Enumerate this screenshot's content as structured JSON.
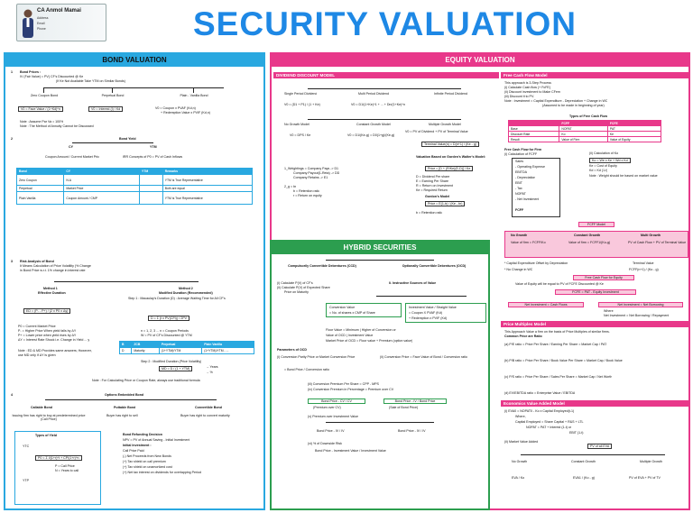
{
  "header": {
    "logo_name": "CA Anmol Mamai",
    "logo_lines": [
      "Address",
      "Email",
      "Phone"
    ],
    "title": "SECURITY VALUATION"
  },
  "bond": {
    "title": "BOND VALUATION",
    "s1_head": "Bond Prices :",
    "s1_line1": "IV (Fair Value) = PV( CF's Discounted @ Ke",
    "s1_line2": "(If Ke Not Available Take YTM on Similar Bonds)",
    "types": [
      "Zero Coupon Bond",
      "Perpetual Bond",
      "Plain - Vanilla Bond"
    ],
    "zc_formula": "V0 = Face Value / (1+Kd)^n",
    "perp_formula": "V0 = Interest (I) / Kd",
    "plain_formula1": "V0 = Coupon x PVAF (Kd,n)",
    "plain_formula2": "+ Redemption Value x PVIF (Kd,n)",
    "note1": "Note : Assume Par Va = 100%",
    "note2": "Note : The Method of Annuity Cannot be Discussed",
    "s2_head": "Bond Yield",
    "cy": "CY",
    "ytm": "YTM",
    "cy_formula": "Coupon Amount / Current Market Price",
    "ytm_formula": "IRR Concepts of P0 = PV of Cash Inflows",
    "table_head": [
      "Bond",
      "CY",
      "YTM",
      "Remarks"
    ],
    "table_rows": [
      [
        "Zero Coupon",
        "N.A",
        "",
        "YTM is True Representative"
      ],
      [
        "Perpetual",
        "Market Price",
        "",
        "Both are equal"
      ],
      [
        "Plain Vanilla",
        "Coupon Amount / CMP",
        "",
        "YTM is True Representative"
      ]
    ],
    "s3_head": "Risk Analysis of Bond",
    "s3_line1": "It Means Calculation of Price Volatility (% Change",
    "s3_line2": "in Bond Price w.r.t. 1% change in interest rate",
    "method1": "Method 1",
    "method1_name": "Effective Duration",
    "method2": "Method 2",
    "method2_name": "Modified Duration (Recommended)",
    "method2_step": "Step 1 : Macaulay's Duration (D) : Average Waiting Time for All CF's",
    "ed_formula": "ED = (P- - P+) / (2 x P0 x Δy)",
    "legend": [
      "P0 = Current Market Price",
      "P- = Higher Price When yield falls by ΔY",
      "P+ = Lower price when yield rises by ΔY",
      "ΔY = Interest Rate Shock i.e. Change in Yield ... y",
      "Note : ED & MD Provides same answers; However,",
      "use MD only if ΔY is given"
    ],
    "d_formula": "D = Σ (t x PV(CFt)) / ΣPV",
    "d_note": "n = 1, 2, 3 ... n = Coupon Periods",
    "d_note2": "W = PV of CF's Discounted @ YTM",
    "dur_head": [
      "B",
      "ZCB",
      "Perpetual",
      "Plain Vanilla"
    ],
    "dur_row": [
      "D",
      "Maturity",
      "(1+YTM)/YTM",
      "(1+YTM)/YTM - ..."
    ],
    "step2": "Step 2 : Modified Duration (Price Volatility)",
    "md_formula": "MD = D / (1 + YTM)",
    "md_years": "→ Years",
    "md_pct": "→ %",
    "note3": "Note : For Calculating Price or Coupon Rate, always use traditional formula",
    "s4_head": "Options Embedded Bond",
    "embedded": [
      "Callable Bond",
      "Puttable Bond",
      "Convertible Bond"
    ],
    "embedded_desc": [
      "Issuing firm has right to buy at predetermined price (Call Price)",
      "Buyer has right to sell",
      "Buyer has right to convert maturity"
    ],
    "yield_types": "Types of Yield",
    "ytc": "YTC",
    "ytp": "YTP",
    "ytc_formula": "P0 = Σ I/(1+r)^t + CP/(1+r)^n",
    "ytc_note1": "P = Call Price",
    "ytc_note2": "N = Years to call",
    "refund_head": "Bond Refunding Decision",
    "refund_lines": [
      "NPV = PV of Annual Saving - Initial Investment",
      "Initial Investment :",
      "Call Price Paid",
      "(-) Net Proceeds from New Bonds",
      "(+) Tax shield on call premium",
      "(+) Tax shield on unamortized cost",
      "(+) Net tax interest on dividends for overlapping Period"
    ]
  },
  "equity": {
    "title": "EQUITY VALUATION",
    "ddm_title": "DIVIDEND DISCOUNT MODEL",
    "ddm_types": [
      "Single Period Dividend",
      "Multi Period Dividend",
      "Infinite Period Dividend"
    ],
    "ddm_f1": "V0 = (D1 + P1) / (1 + Ke)",
    "ddm_f2": "V0 = D1/(1+Ke)^1 + ... + Dn/(1+Ke)^n",
    "ddm_growth": [
      "No Growth Model",
      "Constant Growth Model",
      "Multiple Growth Model"
    ],
    "ng_formula": "V0 = DPS / Ke",
    "cg_formula": "V0 = D1/(Ke-g) = D0(1+g)/(Ke-g)",
    "mg_formula": "V0 = PV of Dividend + PV of Terminal Value",
    "tv_formula": "Terminal Value(n) = D(n+1) / (Ke - g)",
    "walter_head": "Valuation Based on Gorden's Walter's Model:",
    "walter_formula": "Price = [D + (R/Ke)(E-D)] / Ke",
    "walter_legend": [
      "D = Dividend Per share",
      "E = Earning Per Share",
      "R = Return on Investment",
      "Ke = Required Return"
    ],
    "gordon_head": "Gordon's Model",
    "gordon_formula": "Price = E(1-b) / (Ke - br)",
    "gordon_legend": "b = Retention ratio",
    "g_list": [
      "1_Weightings = Company Pays -> D1",
      "Company Payout(1-Reta) -> DD",
      "Company Retains -> E1"
    ],
    "g2": "2_g = br",
    "g2_legend": [
      "b = Retention ratio",
      "r = Return on equity"
    ],
    "fcf_title": "Free Cash Flow Model",
    "fcf_lines": [
      "This approach is 3-Step Process",
      "(i) Calculate Cash flow (+ FcFE)",
      "(ii) Discount investment to Make CFem",
      "(iii) Discount it to PV.",
      "Note : Investment = Capital Expenditure - Depreciation + Change in WC",
      "(Assumed to be made in beginning of year)"
    ],
    "fcf_table_title": "Types of Free Cash Flow",
    "fcf_table_head": [
      "",
      "FCFF",
      "FCFE"
    ],
    "fcf_table_rows": [
      [
        "Base",
        "NOPAT",
        "PAT"
      ],
      [
        "Discount Rate",
        "Ko",
        "Ke"
      ],
      [
        "Result",
        "Value of Firm",
        "Value of Equity"
      ]
    ],
    "fcff_steps": [
      "Free Cash Flow for Firm",
      "(i) Calculation of FCFF",
      "Sales",
      "- Operating Expense",
      "EBITDA",
      "- Depreciation",
      "EBIT",
      "- Tax",
      "NOPAT",
      "- Net Investment",
      "FCFF"
    ],
    "fcff_calc_head": "(ii) Calculation of Ko",
    "fcff_calc_lines": [
      "Ko = We x Ke + Wd x Kd",
      "Ke = Cost of Equity",
      "Kd = Kd (1-t)",
      "Note : Weight should be based on market value"
    ],
    "fcff_model": "FCFF Model",
    "growth_head": [
      "No Growth",
      "Constant Growth",
      "Multi Growth"
    ],
    "growth_rows": [
      "Value of firm = FCFF/Ko",
      "Value of firm = FCFF1/(Ko-g)",
      "PV of Cash Flow + PV of Terminal Value"
    ],
    "capex_note": "* Capital Expenditure Offset by Depreciation",
    "tv_label": "Terminal Value",
    "wc_note": "* No Change in WC",
    "tv_formula2": "FCFF(n+1) / (Ko - g)",
    "equity_note": "Value of Equity will be equal to PV of FCFE Discounted @ Ke",
    "fcfe_model": "Free Cash Flow for Equity",
    "fcfe_formula": "FCFE = PAT - Equity Investment",
    "net_inv_head": [
      "Net Investment = Cash Flows",
      "Net Investment = Net Borrowing"
    ],
    "net_inv_lines": [
      "Where",
      "Net Investment = Net Borrowing / Repayment"
    ],
    "pm_title": "Price Multiples Model",
    "pm_lines": [
      "This Approach Value a firm on the basis of Price Multiples of similar firms.",
      "Common Price are Ratio"
    ],
    "pm_items": [
      "(a) P/E ratio = Price Per Share / Earning Per Share = Market Cap / PAT",
      "(b) P/B ratio = Price Per Share / Book Value Per Share = Market Cap / Book Value",
      "(c) P/S ratio = Price Per Share / Sales Per Share = Market Cap / Net Worth",
      "(d) EV/EBITDA ratio = Enterprise Value / EBITDA"
    ],
    "eva_title": "Economics Value Added Model",
    "eva_lines": [
      "(i) EVA0 = NOPAT0 - Ko x Capital Employed(t-1)",
      "Where,",
      "Capital Employed = Share Capital + R&S + LTL",
      "NOPAT = PAT + Interest (1-t) or",
      "EBIT (1-t)",
      "(ii) Market Value Added",
      "PV of all EVA"
    ],
    "eva_growth": [
      "No Growth",
      "Constant Growth",
      "Multiple Growth"
    ],
    "eva_formulas": [
      "EVA / Ko",
      "EVA1 / (Ko - g)",
      "PV of EVA + PV of TV"
    ]
  },
  "hybrid": {
    "title": "HYBRID SECURITIES",
    "ccd": "Compulsorily Convertible Debentures (CCD)",
    "ocd": "Optionally Convertible Debentures (OCD)",
    "ccd_lines": [
      "(i) Calculate P(V) of CF's",
      "(ii) Calculate P(V) of Expected Share",
      "Price on Maturity"
    ],
    "ocd_head": "Ii. Instructive Sources of Value",
    "ocd_box1": "Investment Value / Straight Value",
    "ocd_box1_lines": [
      "= Coupon X PVAF (Kd)",
      "+ Redemption x PVIF (Kd)"
    ],
    "ocd_box2": "Conversion Value",
    "ocd_box2_lines": [
      "= No. of shares x CMP of Share"
    ],
    "floor_lines": [
      "Floor Value = Minimum  |  Higher of Conversion or",
      "Value of OCD  |  Investment Value",
      "Market Price of OCD = Floor value + Premium (option value)"
    ],
    "params_head": "Parameters of OCD",
    "params": [
      "(i) Conversion Parity Price or Market Conversion Price",
      "(ii) Conversion Price = Face Value of Bond / Conversion ratio",
      "= Bond Price / Conversion ratio"
    ],
    "prem_lines": [
      "(iii) Conversion Premium Per Share = CPP - MPS",
      "(iv) Conversion Premium in Percentage = Premium over CV"
    ],
    "prem_boxes": [
      "Bond Price - CV / CV",
      "Bond Price - IV / Bond Price"
    ],
    "prem_labels": [
      "(Premium over CV)",
      "(Sale of Bond Price)"
    ],
    "prem_v": "(v) Premium over Investment Value",
    "prem_v_f": "Bond Price - IV / IV",
    "prem_vi": "(vi) % of Downside Risk",
    "prem_vi_f": "Bond Price - Investment Value / Investment Value"
  }
}
